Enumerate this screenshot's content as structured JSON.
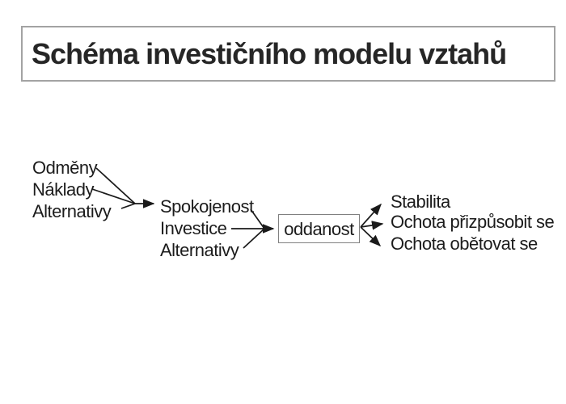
{
  "slide_title": "Schéma investičního modelu vztahů",
  "diagram": {
    "left_factors": [
      "Odměny",
      "Náklady",
      "Alternativy"
    ],
    "middle_factors": [
      "Spokojenost",
      "Investice",
      "Alternativy"
    ],
    "center_node": "oddanost",
    "outcomes": [
      "Stabilita",
      "Ochota přizpůsobit se",
      "Ochota obětovat se"
    ]
  },
  "colors": {
    "background": "#ffffff",
    "text": "#1c1c1c",
    "title_text": "#262626",
    "connector": "#1a1a1a",
    "node_border": "#808080",
    "title_border": "#a3a3a3"
  }
}
